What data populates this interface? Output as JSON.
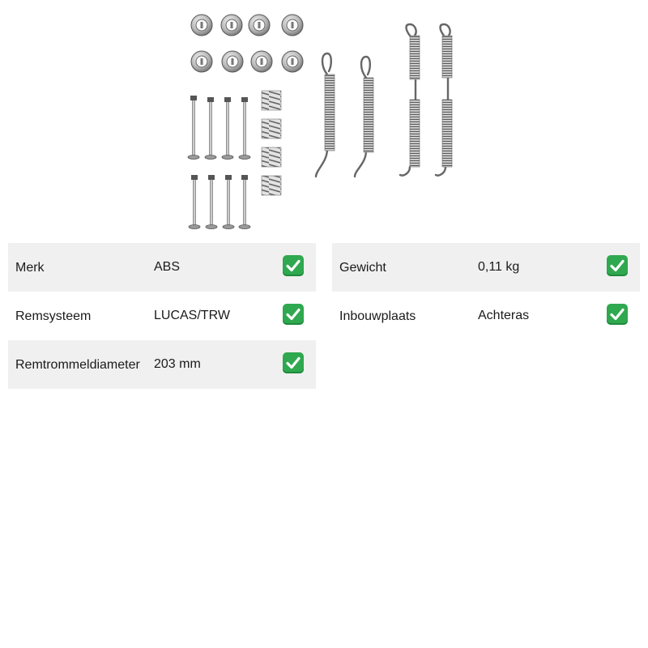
{
  "product": {
    "image_icon": "brake-shoe-fitting-kit-icon"
  },
  "specs": {
    "left": [
      {
        "label": "Merk",
        "value": "ABS",
        "status_icon": "check-icon"
      },
      {
        "label": "Remsysteem",
        "value": "LUCAS/TRW",
        "status_icon": "check-icon"
      },
      {
        "label": "Remtrommeldiameter",
        "value": "203 mm",
        "status_icon": "check-icon"
      }
    ],
    "right": [
      {
        "label": "Gewicht",
        "value": "0,11 kg",
        "status_icon": "check-icon"
      },
      {
        "label": "Inbouwplaats",
        "value": "Achteras",
        "status_icon": "check-icon"
      }
    ]
  },
  "colors": {
    "row_shade": "#f0f0f0",
    "check_bg": "#2fa84f"
  }
}
